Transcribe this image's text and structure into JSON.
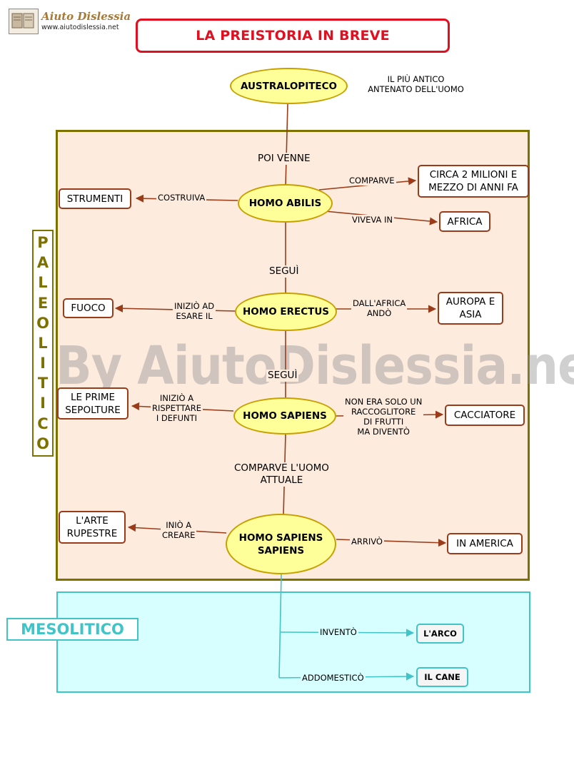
{
  "logo": {
    "title": "Aiuto Dislessia",
    "url": "www.aiutodislessia.net"
  },
  "title": "LA PREISTORIA IN BREVE",
  "watermark": "By AiutoDislessia.net",
  "periods": {
    "paleolitico": "PALEOLITICO",
    "mesolitico": "MESOLITICO"
  },
  "nodes": {
    "australopiteco": "AUSTRALOPITECO",
    "australopiteco_note": "IL PIÙ ANTICO\nANTENATO DELL'UOMO",
    "homo_abilis": "HOMO ABILIS",
    "homo_erectus": "HOMO ERECTUS",
    "homo_sapiens": "HOMO SAPIENS",
    "homo_sapiens_sapiens": "HOMO SAPIENS\nSAPIENS",
    "strumenti": "STRUMENTI",
    "circa_2_milioni": "CIRCA 2 MILIONI E\nMEZZO DI ANNI FA",
    "africa": "AFRICA",
    "fuoco": "FUOCO",
    "europa_asia": "AUROPA E\nASIA",
    "prime_sepolture": "LE PRIME\nSEPOLTURE",
    "cacciatore": "CACCIATORE",
    "arte_rupestre": "L'ARTE\nRUPESTRE",
    "in_america": "IN AMERICA",
    "l_arco": "L'ARCO",
    "il_cane": "IL CANE"
  },
  "links": {
    "poi_venne": "POI VENNE",
    "comparve": "COMPARVE",
    "costruiva": "COSTRUIVA",
    "viveva_in": "VIVEVA IN",
    "segui_1": "SEGUÌ",
    "inizio_ad_esare": "INIZIÒ AD\nESARE IL",
    "dall_africa": "DALL'AFRICA\nANDÒ",
    "segui_2": "SEGUÌ",
    "inizio_rispettare": "INIZIÒ A\nRISPETTARE\nI DEFUNTI",
    "non_era_solo": "NON ERA SOLO UN\nRACCOGLITORE\nDI FRUTTI\nMA DIVENTÒ",
    "comparve_uomo": "COMPARVE L'UOMO\nATTUALE",
    "inio_a_creare": "INIÒ A\nCREARE",
    "arrivo": "ARRIVÒ",
    "invento": "INVENTÒ",
    "addomestico": "ADDOMESTICÒ"
  },
  "colors": {
    "title_red": "#e01020",
    "paleolitico_olive": "#7d7200",
    "mesolitico_cyan": "#40c4c8",
    "paleolitico_bg": "#fdebde",
    "mesolitico_bg": "#d8ffff",
    "oval_fill": "#ffff99",
    "arrow_brown": "#9a3c1a"
  }
}
